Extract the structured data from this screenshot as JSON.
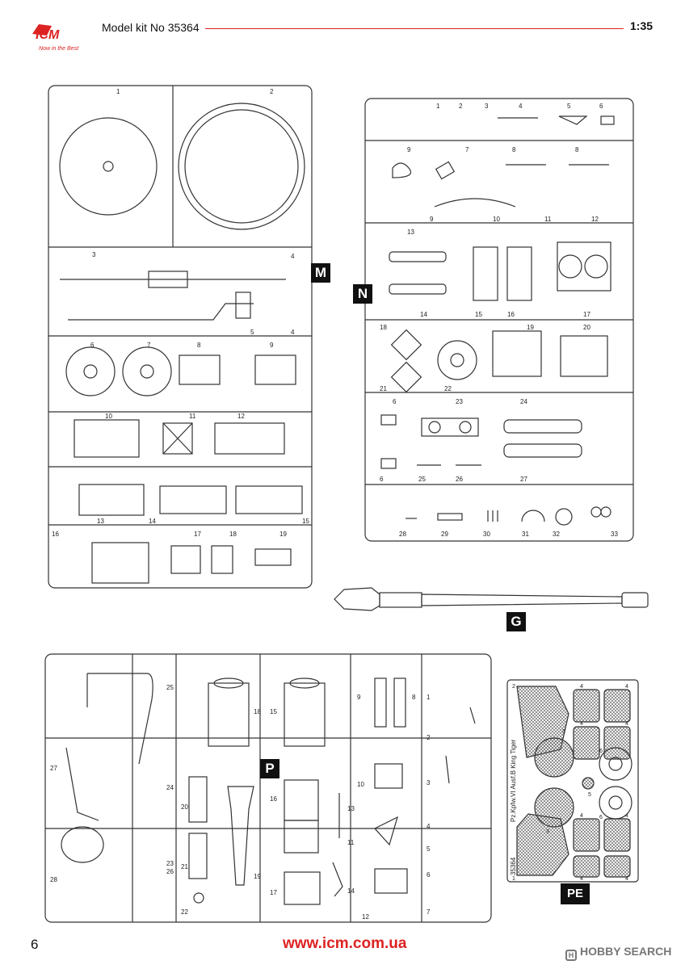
{
  "header": {
    "brand": "ICM",
    "tagline": "Now in the Best",
    "title": "Model kit No 35364",
    "scale": "1:35"
  },
  "sprues": {
    "M": {
      "label": "M",
      "numbers": [
        "1",
        "2",
        "3",
        "4",
        "4",
        "5",
        "6",
        "7",
        "8",
        "9",
        "10",
        "11",
        "12",
        "13",
        "14",
        "15",
        "16",
        "17",
        "18",
        "19"
      ]
    },
    "N": {
      "label": "N",
      "numbers": [
        "1",
        "2",
        "3",
        "4",
        "5",
        "6",
        "7",
        "8",
        "8",
        "9",
        "9",
        "10",
        "11",
        "12",
        "13",
        "14",
        "15",
        "16",
        "17",
        "18",
        "19",
        "20",
        "21",
        "22",
        "23",
        "24",
        "6",
        "25",
        "26",
        "27",
        "6",
        "28",
        "29",
        "30",
        "31",
        "32",
        "33"
      ]
    },
    "G": {
      "label": "G"
    },
    "P": {
      "label": "P",
      "numbers": [
        "25",
        "27",
        "28",
        "24",
        "26",
        "20",
        "21",
        "22",
        "23",
        "18",
        "15",
        "16",
        "19",
        "17",
        "10",
        "13",
        "11",
        "14",
        "12",
        "9",
        "8",
        "1",
        "2",
        "3",
        "4",
        "5",
        "6",
        "7"
      ]
    },
    "PE": {
      "label": "PE",
      "product": "Pz.Kpfw.VI Ausf.B King Tiger",
      "kit": "35364",
      "numbers": [
        "2",
        "4",
        "4",
        "4",
        "4",
        "3",
        "6",
        "5",
        "3",
        "6",
        "4",
        "4",
        "4",
        "4",
        "1"
      ]
    }
  },
  "footer": {
    "page": "6",
    "url": "www.icm.com.ua",
    "watermark": "HOBBY SEARCH"
  }
}
